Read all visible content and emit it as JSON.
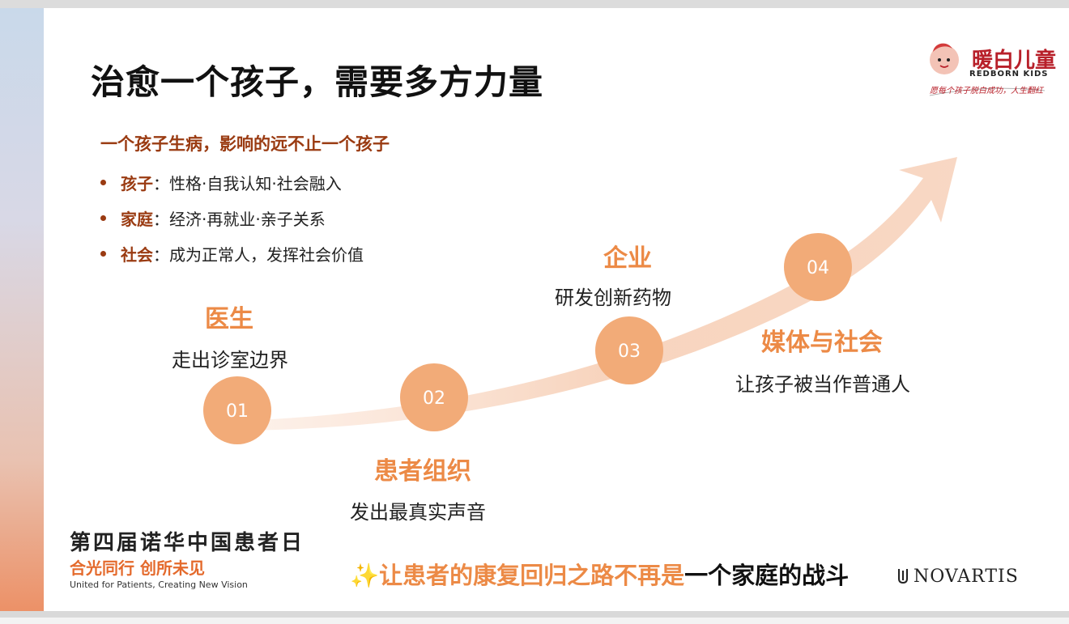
{
  "slide": {
    "title": "治愈一个孩子，需要多方力量",
    "subtitle": "一个孩子生病，影响的远不止一个孩子",
    "bullets": [
      {
        "key": "孩子",
        "text": "：性格·自我认知·社会融入"
      },
      {
        "key": "家庭",
        "text": "：经济·再就业·亲子关系"
      },
      {
        "key": "社会",
        "text": "：成为正常人，发挥社会价值"
      }
    ],
    "stages": [
      {
        "num": "01",
        "title": "医生",
        "desc": "走出诊室边界"
      },
      {
        "num": "02",
        "title": "患者组织",
        "desc": "发出最真实声音"
      },
      {
        "num": "03",
        "title": "企业",
        "desc": "研发创新药物"
      },
      {
        "num": "04",
        "title": "媒体与社会",
        "desc": "让孩子被当作普通人"
      }
    ],
    "tagline": {
      "spark": "✨",
      "part1": "让患者的康复回归之路不再是",
      "part2": "一个家庭的战斗"
    }
  },
  "logo": {
    "name_cn": "暖白儿童",
    "name_en": "REDBORN KIDS",
    "slogan": "愿每个孩子脱白成功，人生翻红"
  },
  "event": {
    "title": "第四届诺华中国患者日",
    "slogan": "合光同行 创所未见",
    "slogan_en": "United for Patients, Creating New Vision"
  },
  "brand": {
    "novartis": "NOVARTIS"
  },
  "colors": {
    "accent_orange": "#ec8a46",
    "node_fill": "#f2ab78",
    "dark_red": "#9a3b12",
    "logo_red": "#b8202a"
  }
}
